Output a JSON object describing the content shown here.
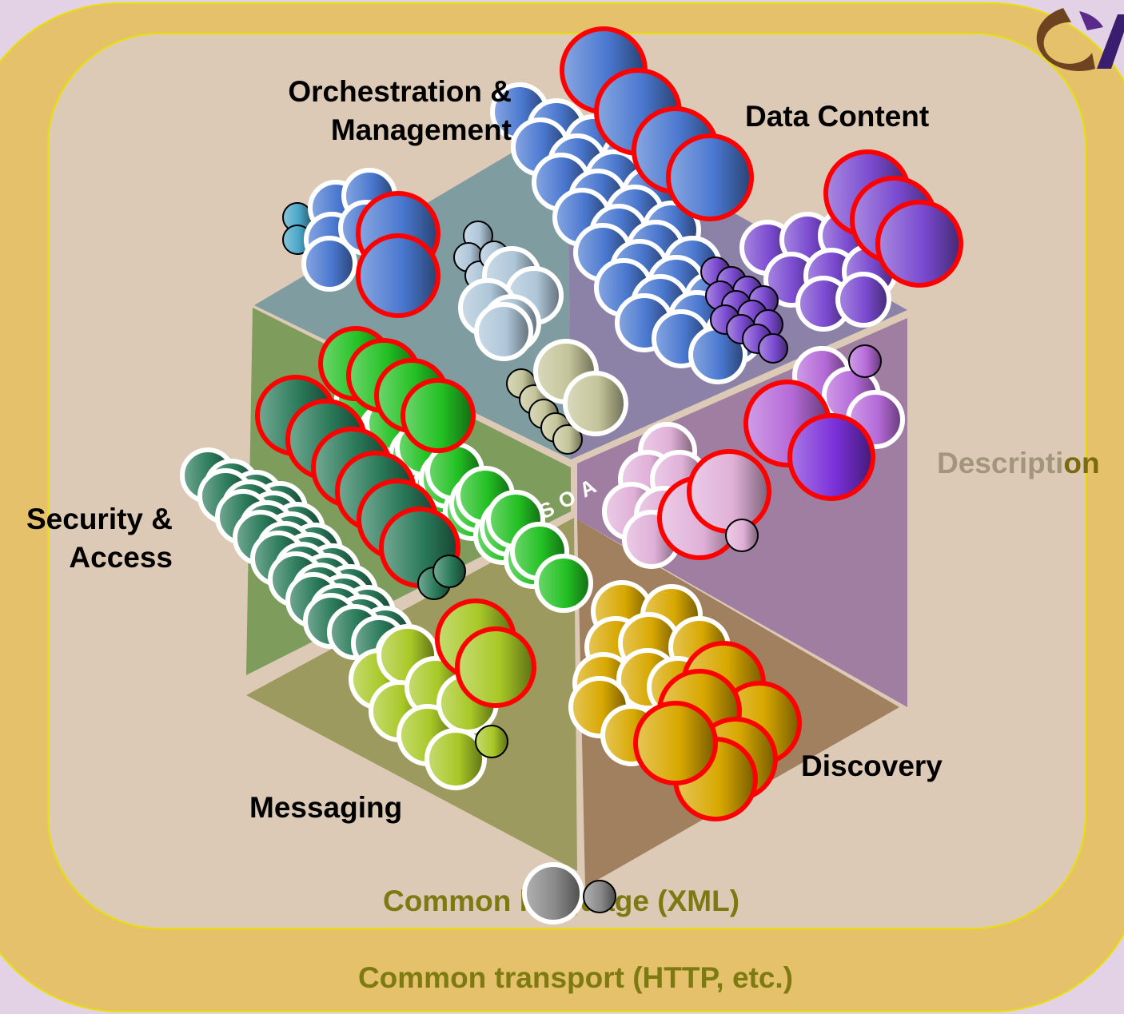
{
  "labels": {
    "orchestration_line1": "Orchestration &",
    "orchestration_line2": "Management",
    "data_content": "Data Content",
    "description_faded": "Descripti",
    "description_dark": "on",
    "security_line1": "Security &",
    "security_line2": "Access",
    "messaging": "Messaging",
    "discovery": "Discovery",
    "common_language": "Common language (XML)",
    "common_transport": "Common transport (HTTP, etc.)",
    "center": "SOA",
    "logo_text": "OA"
  },
  "colors": {
    "background": "#e3d1e6",
    "outer_ring": "#e6c06a",
    "inner_field": "#dccab5",
    "ring_text": "#7d7a12",
    "highlight_stroke": "#ff0000",
    "orchestration": "#4a78d0",
    "data_content": "#7a4ad0",
    "description": "#b56ad8",
    "security_access": "#2a7a5a",
    "security_green": "#22c022",
    "messaging": "#a8c826",
    "discovery": "#d8a800",
    "registry": "#c4c49a",
    "common_language": "#888888"
  },
  "icons": [
    "logo-mark"
  ]
}
